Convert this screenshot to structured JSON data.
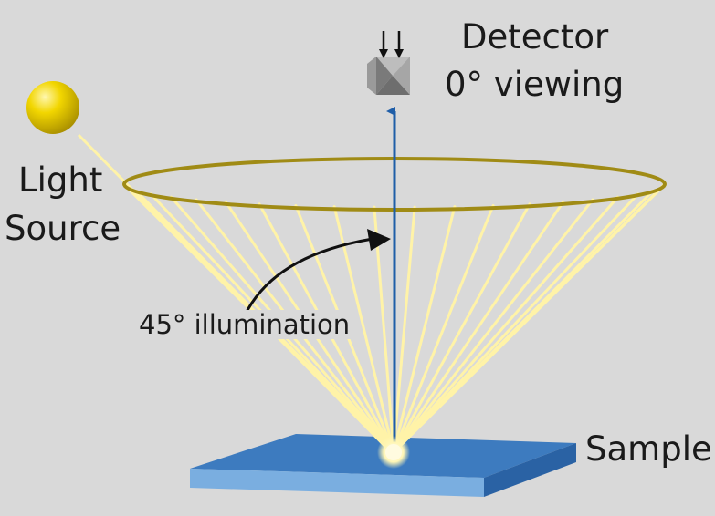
{
  "labels": {
    "detector_line1": "Detector",
    "detector_line2": "0° viewing",
    "light_line1": "Light",
    "light_line2": "Source",
    "illumination": "45° illumination",
    "sample": "Sample"
  },
  "colors": {
    "background": "#d9d9d9",
    "light_source": "#e6c700",
    "rays": "#fff3a8",
    "cone_ring": "#a08b15",
    "axis_arrow": "#1f5ea8",
    "sample_top": "#3d7bbf",
    "sample_front": "#7aaee0",
    "sample_side": "#2a62a4",
    "detector": "#8c8c8c"
  },
  "icons": {
    "light_source": "sphere-icon",
    "detector": "detector-icon",
    "incoming_arrows": "down-arrow-icon"
  }
}
